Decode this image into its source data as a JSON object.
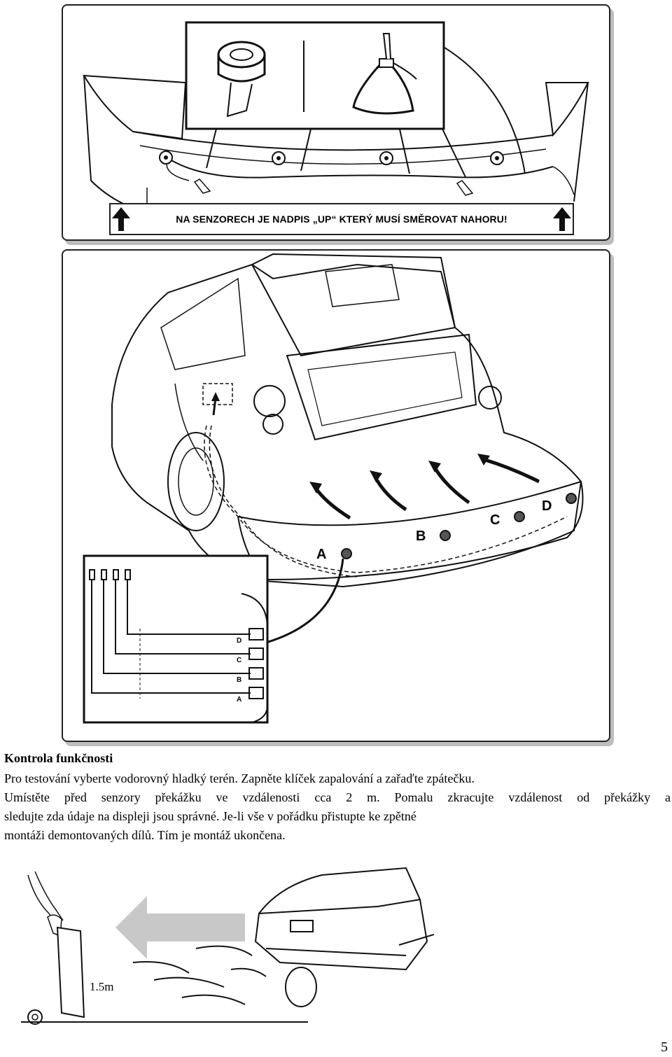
{
  "notice": "NA SENZORECH JE NADPIS „UP“ KTERÝ MUSÍ SMĚROVAT NAHORU!",
  "sensor_labels": [
    "A",
    "B",
    "C",
    "D"
  ],
  "wiring_labels": [
    "D",
    "C",
    "B",
    "A"
  ],
  "section_title": "Kontrola funkčnosti",
  "body_lines": [
    "Pro testování vyberte vodorovný hladký terén. Zapněte klíček zapalování a zařaďte zpátečku.",
    "Umístěte před senzory překážku ve vzdálenosti cca 2 m. Pomalu zkracujte vzdálenost od překážky a",
    "sledujte zda údaje na displeji jsou správné. Je-li vše v pořádku přistupte ke zpětné",
    "montáži demontovaných dílů. Tím je montáž ukončena."
  ],
  "distance_label": "1.5m",
  "page_number": "5"
}
